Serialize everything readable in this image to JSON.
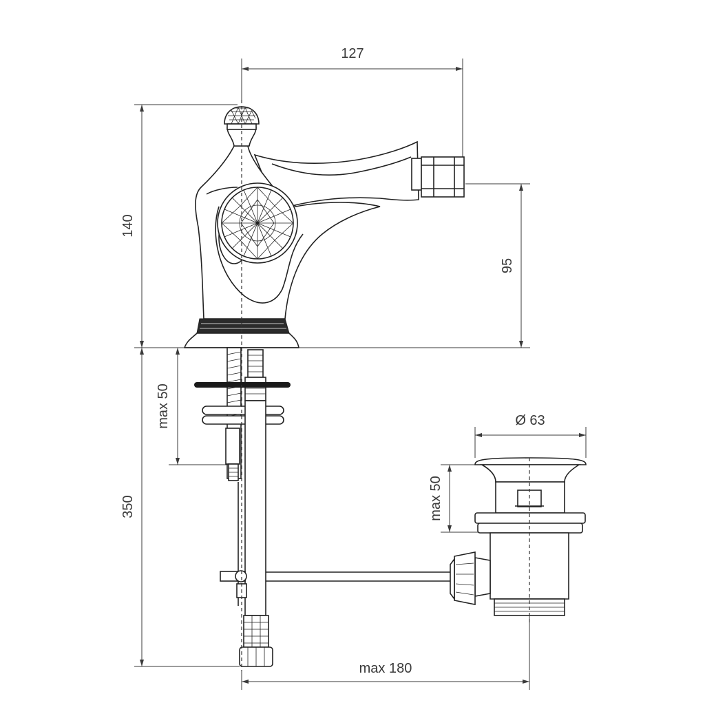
{
  "dimensions": {
    "width_127": "127",
    "height_140": "140",
    "height_95": "95",
    "max50_left": "max 50",
    "height_350": "350",
    "diameter_63": "Ø 63",
    "max50_right": "max 50",
    "max180": "max 180"
  },
  "colors": {
    "line": "#222222",
    "dimension": "#3a3a3a",
    "gasket": "#1a1a1a",
    "background": "#ffffff"
  }
}
